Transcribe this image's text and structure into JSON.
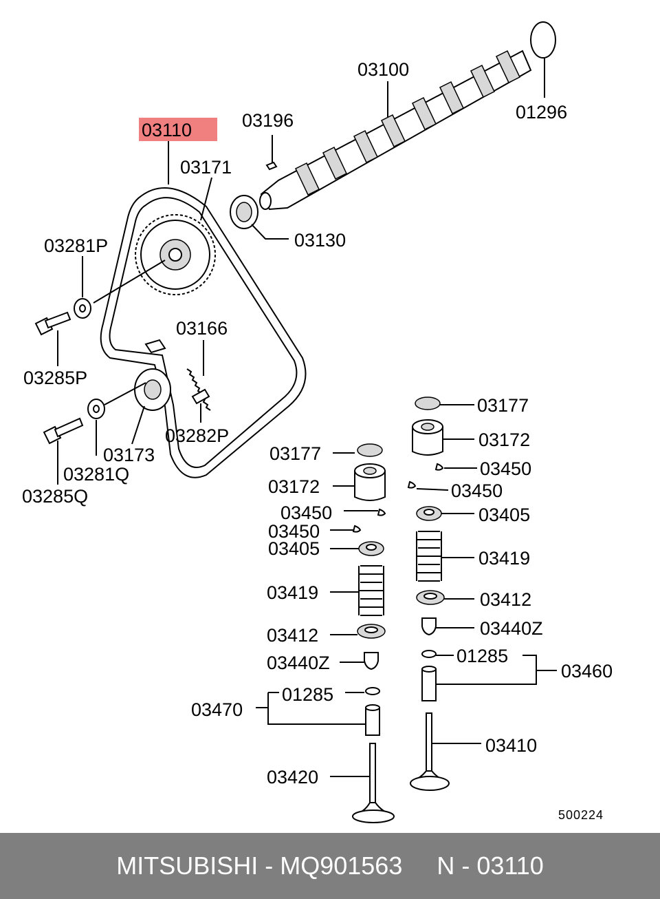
{
  "diagram": {
    "highlighted_part": "03110",
    "highlight_color": "#f08080",
    "drawing_number": "500224",
    "callouts": {
      "p03100": "03100",
      "p01296": "01296",
      "p03196": "03196",
      "p03110": "03110",
      "p03171": "03171",
      "p03130": "03130",
      "p03281P": "03281P",
      "p03285P": "03285P",
      "p03166": "03166",
      "p03173": "03173",
      "p03282P": "03282P",
      "p03281Q": "03281Q",
      "p03285Q": "03285Q",
      "p03177_l": "03177",
      "p03172_l": "03172",
      "p03450_l1": "03450",
      "p03450_l2": "03450",
      "p03405_l": "03405",
      "p03419_l": "03419",
      "p03412_l": "03412",
      "p03440Z_l": "03440Z",
      "p01285_l": "01285",
      "p03470": "03470",
      "p03420": "03420",
      "p03177_r": "03177",
      "p03172_r": "03172",
      "p03450_r1": "03450",
      "p03450_r2": "03450",
      "p03405_r": "03405",
      "p03419_r": "03419",
      "p03412_r": "03412",
      "p03440Z_r": "03440Z",
      "p01285_r": "01285",
      "p03460": "03460",
      "p03410": "03410"
    }
  },
  "footer": {
    "text": "MITSUBISHI - MQ901563     N - 03110"
  }
}
